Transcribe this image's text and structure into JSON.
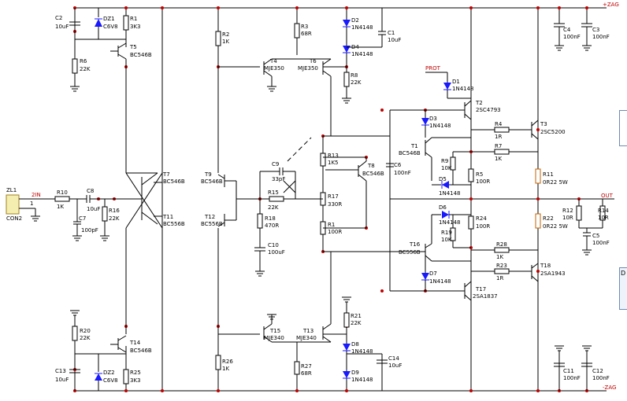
{
  "rails": {
    "positive": "+ZAG",
    "negative": "-ZAG",
    "output": "OUT",
    "protect": "PROT"
  },
  "connector": {
    "ref": "ZL1",
    "type": "CON2",
    "pin_label": "2IN",
    "pin_number": "1"
  },
  "parts": {
    "C2": "C2",
    "C2v": "10uF",
    "DZ1": "DZ1",
    "DZ1v": "C6V8",
    "R1": "R1",
    "R1v": "3K3",
    "T5": "T5",
    "T5v": "BC546B",
    "R6": "R6",
    "R6v": "22K",
    "R2": "R2",
    "R2v": "1K",
    "R3": "R3",
    "R3v": "68R",
    "T4": "T4",
    "T4v": "MJE350",
    "T6": "T6",
    "T6v": "MJE350",
    "D2": "D2",
    "D2v": "1N4148",
    "D4": "D4",
    "D4v": "1N4148",
    "C1": "C1",
    "C1v": "10uF",
    "R8": "R8",
    "R8v": "22K",
    "C4": "C4",
    "C4v": "100nF",
    "C3": "C3",
    "C3v": "100nF",
    "D1": "D1",
    "D1v": "1N4148",
    "T2": "T2",
    "T2v": "2SC4793",
    "D3": "D3",
    "D3v": "1N4148",
    "R4": "R4",
    "R4v": "1R",
    "T3": "T3",
    "T3v": "2SC5200",
    "T1": "T1",
    "T1v": "BC546B",
    "R7": "R7",
    "R7v": "1K",
    "R13": "R13",
    "R13v": "1K5",
    "T8": "T8",
    "T8v": "BC546B",
    "C6": "C6",
    "C6v": "100nF",
    "R9": "R9",
    "R9v": "10K",
    "R5": "R5",
    "R5v": "100R",
    "D5": "D5",
    "D5v": "1N4148",
    "R11": "R11",
    "R11v": "0R22 5W",
    "C9": "C9",
    "C9v": "33pF",
    "T7": "T7",
    "T7v": "BC546B",
    "T9": "T9",
    "T9v": "BC546B",
    "R15": "R15",
    "R15v": "22K",
    "R17": "R17",
    "R17v": "330R",
    "R10": "R10",
    "R10v": "1K",
    "C8": "C8",
    "C8v": "10uF",
    "C7": "C7",
    "C7v": "100pF",
    "R16": "R16",
    "R16v": "22K",
    "T11": "T11",
    "T11v": "BC556B",
    "T12": "T12",
    "T12v": "BC556B",
    "R18": "R18",
    "R18v": "470R",
    "R1b": "R1",
    "R1bv": "100R",
    "D6": "D6",
    "D6v": "1N4148",
    "R24": "R24",
    "R24v": "100R",
    "R19": "R19",
    "R19v": "10K",
    "R22": "R22",
    "R22v": "0R22 5W",
    "R12": "R12",
    "R12v": "10R",
    "R14": "R14",
    "R14v": "10R",
    "C5": "C5",
    "C5v": "100nF",
    "C10": "C10",
    "C10v": "100uF",
    "T16": "T16",
    "T16v": "BC556B",
    "R28": "R28",
    "R28v": "1K",
    "D7": "D7",
    "D7v": "1N4148",
    "R23": "R23",
    "R23v": "1R",
    "T18": "T18",
    "T18v": "2SA1943",
    "T17": "T17",
    "T17v": "2SA1837",
    "R20": "R20",
    "R20v": "22K",
    "T14": "T14",
    "T14v": "BC546B",
    "T15": "T15",
    "T15v": "MJE340",
    "T13": "T13",
    "T13v": "MJE340",
    "R21": "R21",
    "R21v": "22K",
    "D8": "D8",
    "D8v": "1N4148",
    "C14": "C14",
    "C14v": "10uF",
    "D9": "D9",
    "D9v": "1N4148",
    "R26": "R26",
    "R26v": "1K",
    "R27": "R27",
    "R27v": "68R",
    "C13": "C13",
    "C13v": "10uF",
    "DZ2": "DZ2",
    "DZ2v": "C6V8",
    "R25": "R25",
    "R25v": "3K3",
    "C11": "C11",
    "C11v": "100nF",
    "C12": "C12",
    "C12v": "100nF"
  },
  "side_panel": {
    "label": "D"
  }
}
